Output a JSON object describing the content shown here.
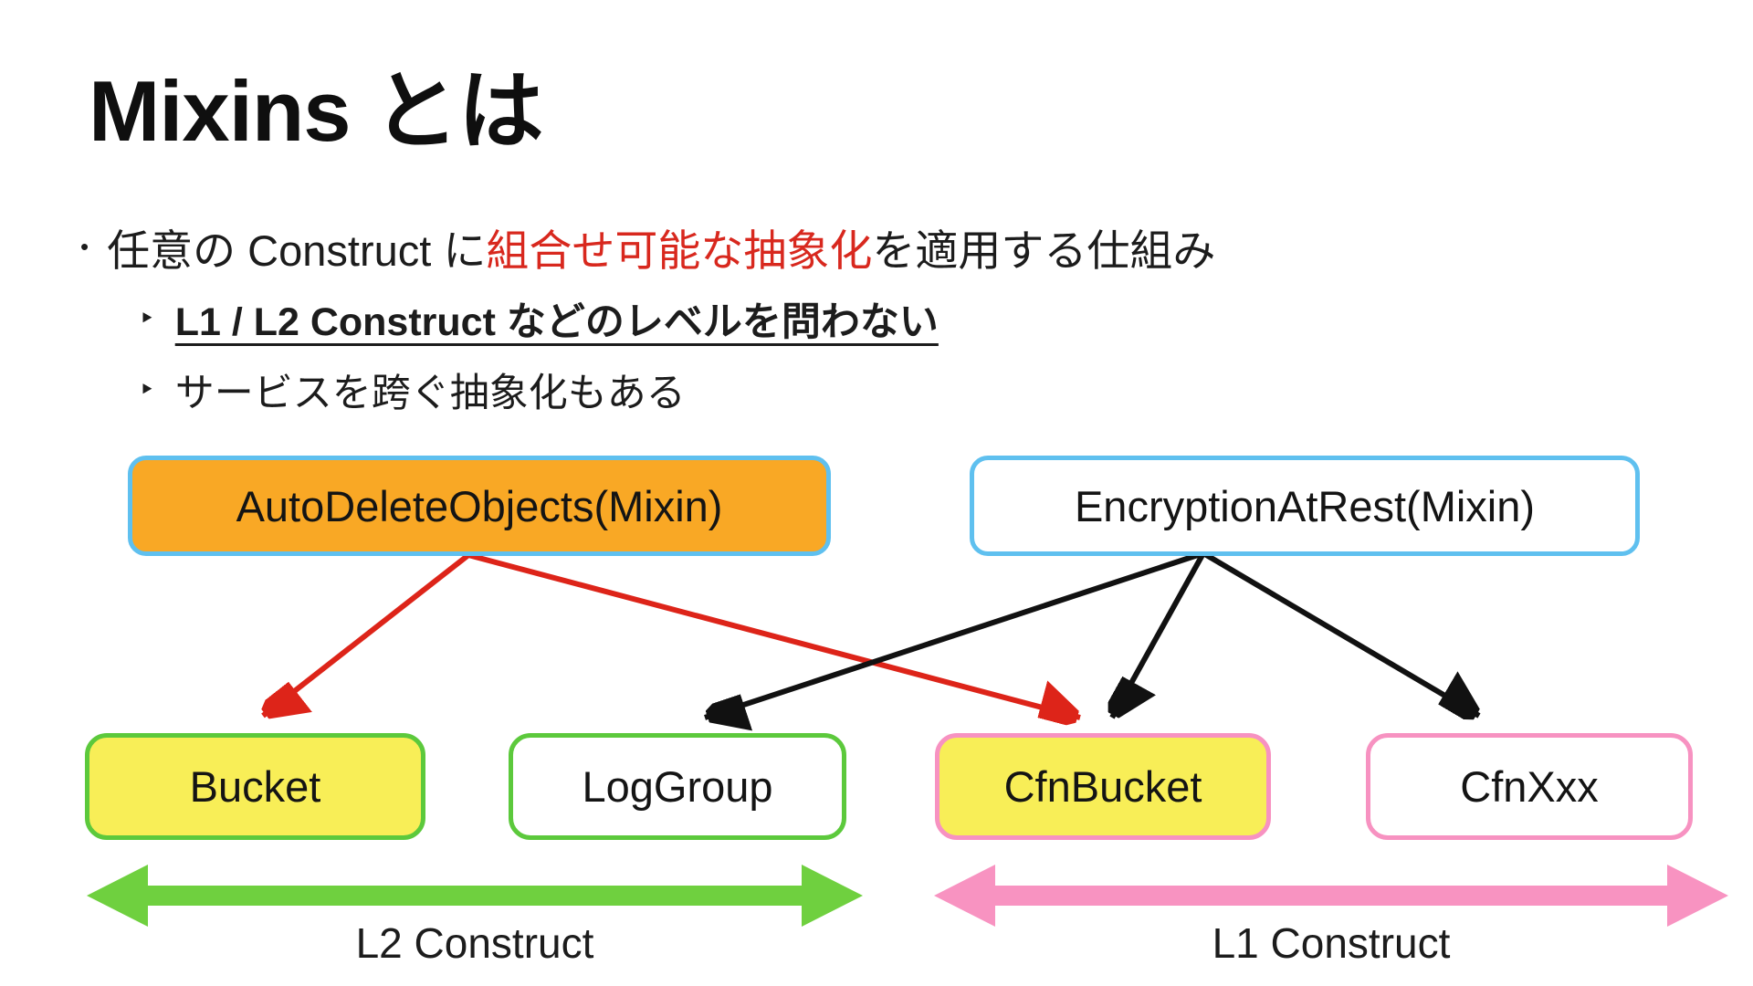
{
  "slide": {
    "title": "Mixins とは",
    "bullets": {
      "marker_dot": "•",
      "marker_tri": "‣",
      "main_pre": "任意の Construct に",
      "main_highlight": "組合せ可能な抽象化",
      "main_post": "を適用する仕組み",
      "sub1": "L1 / L2 Construct などのレベルを問わない",
      "sub2": "サービスを跨ぐ抽象化もある"
    },
    "diagram": {
      "boxes": {
        "auto_delete": "AutoDeleteObjects(Mixin)",
        "encryption": "EncryptionAtRest(Mixin)",
        "bucket": "Bucket",
        "log_group": "LogGroup",
        "cfn_bucket": "CfnBucket",
        "cfn_xxx": "CfnXxx"
      },
      "edges": [
        {
          "from": "AutoDeleteObjects(Mixin)",
          "to": "Bucket",
          "color": "red"
        },
        {
          "from": "AutoDeleteObjects(Mixin)",
          "to": "CfnBucket",
          "color": "red"
        },
        {
          "from": "EncryptionAtRest(Mixin)",
          "to": "LogGroup",
          "color": "black"
        },
        {
          "from": "EncryptionAtRest(Mixin)",
          "to": "CfnBucket",
          "color": "black"
        },
        {
          "from": "EncryptionAtRest(Mixin)",
          "to": "CfnXxx",
          "color": "black"
        }
      ],
      "ranges": {
        "l2_label": "L2 Construct",
        "l1_label": "L1 Construct"
      }
    },
    "colors": {
      "highlight-red": "#d8281e",
      "arrow-red": "#dd2419",
      "arrow-black": "#111111",
      "mixin-orange": "#f9a825",
      "blue-border": "#5fc0ef",
      "construct-yellow": "#f8ee57",
      "green-border": "#5cc93c",
      "pink-border": "#f792c1",
      "range-green": "#6fd03f",
      "range-pink": "#f893c1"
    }
  }
}
